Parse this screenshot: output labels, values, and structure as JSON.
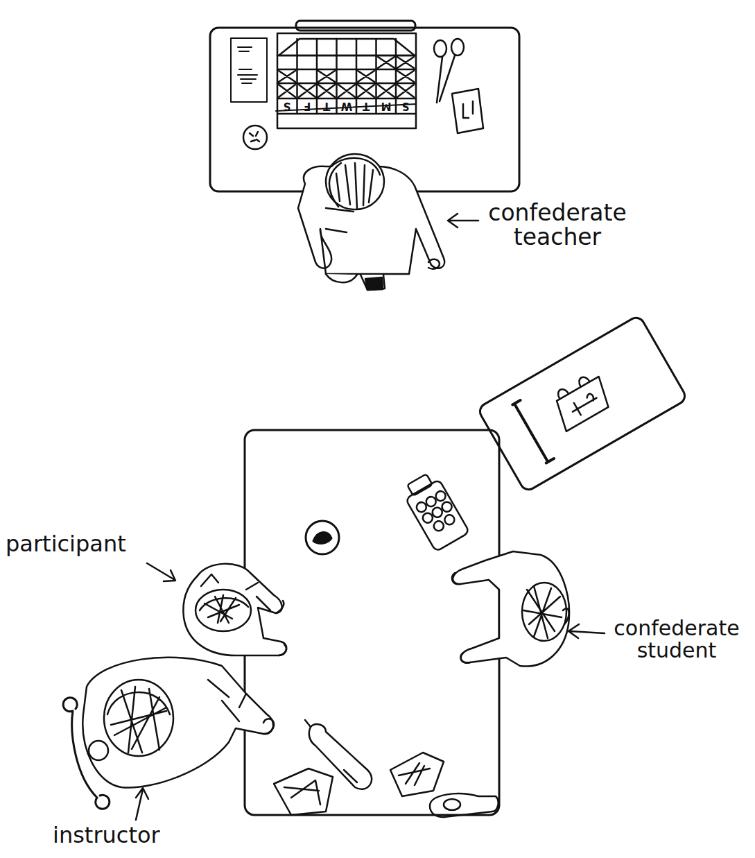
{
  "diagram": {
    "labels": [
      "confederate teacher",
      "participant",
      "confederate student",
      "instructor",
      "S",
      "M",
      "T",
      "W",
      "T",
      "F",
      "S"
    ]
  }
}
